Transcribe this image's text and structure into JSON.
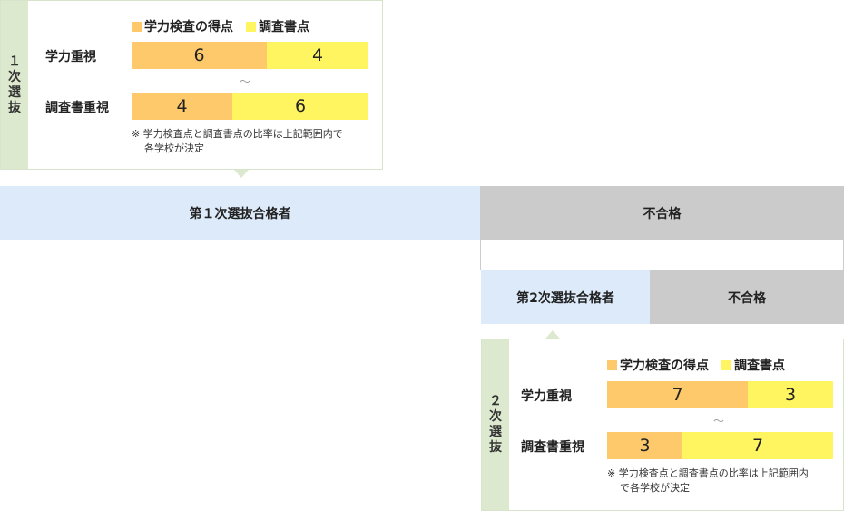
{
  "colors": {
    "gakuryoku": "#fec96b",
    "chosasho": "#fff560",
    "pass": "#ddeafa",
    "fail": "#cbcbcb",
    "tab": "#dde9cf"
  },
  "stage1": {
    "tab_chars": [
      "１",
      "次",
      "選",
      "抜"
    ],
    "legend": {
      "a": "学力検査の得点",
      "b": "調査書点"
    },
    "rows": [
      {
        "label": "学力重視",
        "a": "6",
        "b": "4",
        "ratio_a": 0.6
      },
      {
        "label": "調査書重視",
        "a": "4",
        "b": "6",
        "ratio_a": 0.4
      }
    ],
    "tilde": "〜",
    "note_line1": "※ 学力検査点と調査書点の比率は上記範囲内で",
    "note_line2": "各学校が決定"
  },
  "result1": {
    "pass": "第１次選抜合格者",
    "fail": "不合格"
  },
  "result2": {
    "pass": "第2次選抜合格者",
    "fail": "不合格"
  },
  "stage2": {
    "tab_chars": [
      "２",
      "次",
      "選",
      "抜"
    ],
    "legend": {
      "a": "学力検査の得点",
      "b": "調査書点"
    },
    "rows": [
      {
        "label": "学力重視",
        "a": "7",
        "b": "3",
        "ratio_a": 0.62
      },
      {
        "label": "調査書重視",
        "a": "3",
        "b": "7",
        "ratio_a": 0.33
      }
    ],
    "tilde": "〜",
    "note_line1": "※ 学力検査点と調査書点の比率は上記範囲内",
    "note_line2": "で各学校が決定"
  }
}
